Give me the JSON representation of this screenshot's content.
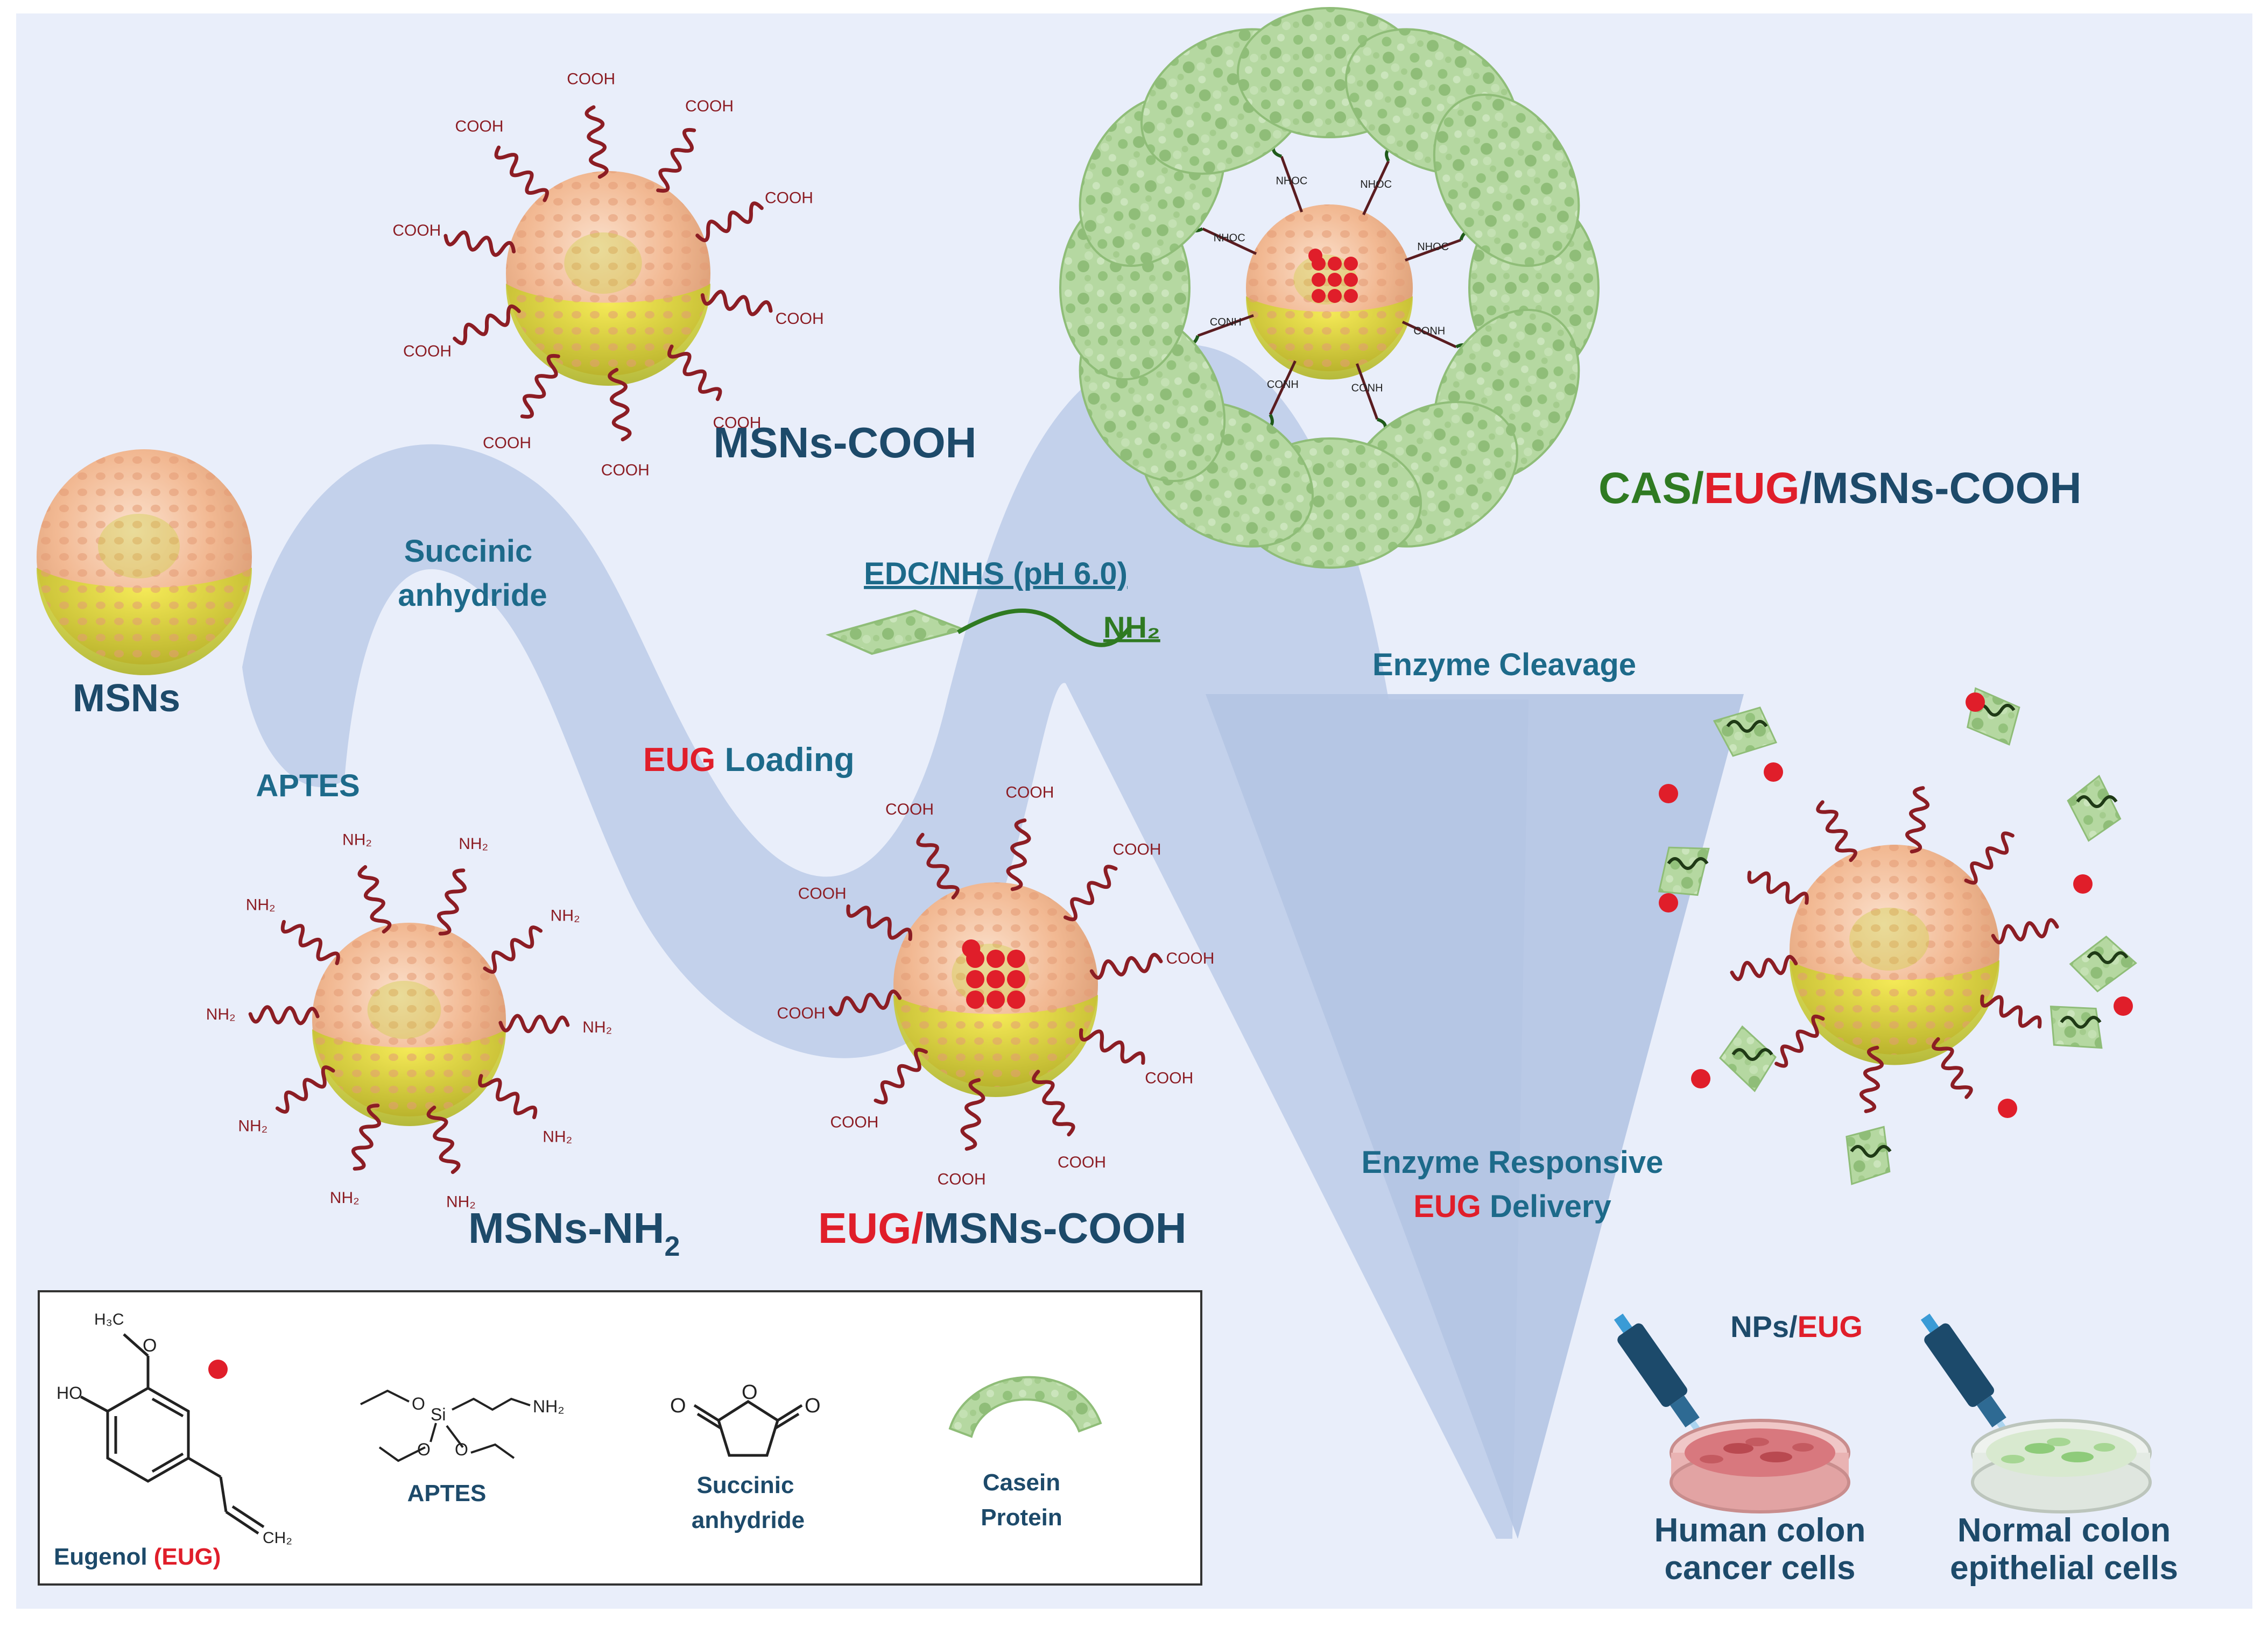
{
  "labels": {
    "msns": "MSNs",
    "aptes_step": "APTES",
    "succinic_step_1": "Succinic",
    "succinic_step_2": "anhydride",
    "msns_cooh": "MSNs-COOH",
    "msns_nh2_main": "MSNs-NH",
    "msns_nh2_sub": "2",
    "edc_nhs": "EDC/NHS (pH 6.0)",
    "nh2_tag": "NH₂",
    "eug_loading_red": "EUG",
    "eug_loading_blue": " Loading",
    "eug_msns_red": "EUG/",
    "eug_msns_blue": "MSNs-COOH",
    "cas_green": "CAS/",
    "cas_red": "EUG",
    "cas_blue": "/MSNs-COOH",
    "enzyme_cleavage": "Enzyme Cleavage",
    "enzyme_responsive": "Enzyme Responsive",
    "eug_delivery_red": "EUG",
    "eug_delivery_blue": " Delivery",
    "nps_blue": "NPs/",
    "nps_red": "EUG",
    "cancer_1": "Human colon",
    "cancer_2": "cancer cells",
    "normal_1": "Normal colon",
    "normal_2": "epithelial cells"
  },
  "chem": {
    "cooh": "COOH",
    "nh2": "NH₂",
    "nhoc": "NHOC",
    "conh": "CONH"
  },
  "legend": {
    "eugenol": "Eugenol ",
    "eugenol_abbr": "(EUG)",
    "aptes": "APTES",
    "succinic_1": "Succinic",
    "succinic_2": "anhydride",
    "casein_1": "Casein",
    "casein_2": "Protein",
    "atoms": {
      "h3c": "H₃C",
      "o": "O",
      "ho": "HO",
      "ch2": "CH₂",
      "si": "Si",
      "nh2": "NH₂"
    }
  },
  "colors": {
    "background": "#e9eefa",
    "wave": "#bccbe7",
    "navy": "#1d4a6a",
    "red": "#e01e2a",
    "green": "#2f7a22",
    "chain": "#8c1d24",
    "sphere": "#f2b993",
    "pore": "#cfd230",
    "protein": "#a7cf92"
  },
  "icons": [
    "micropipette-icon",
    "petri-dish-icon"
  ]
}
